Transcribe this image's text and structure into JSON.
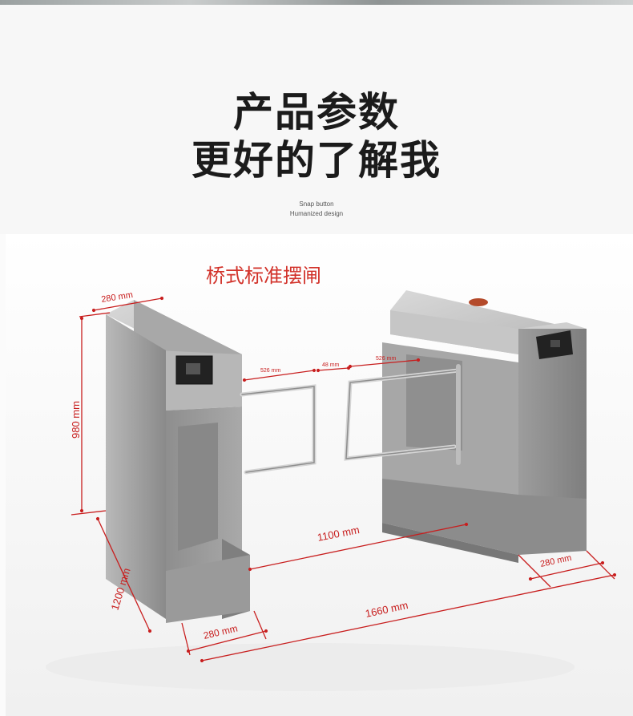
{
  "header": {
    "title_line1": "产品参数",
    "title_line2": "更好的了解我",
    "subtitle_line1": "Snap button",
    "subtitle_line2": "Humanized design"
  },
  "product_image": {
    "caption": "桥式标准摆闸",
    "dimensions": {
      "top_left_width": "280 mm",
      "height": "980 mm",
      "gate_left": "526 mm",
      "gap": "48 mm",
      "gate_right": "526 mm",
      "passage": "1100 mm",
      "depth": "1200 mm",
      "bottom_left_width": "280 mm",
      "total_width": "1660 mm",
      "right_width": "280 mm"
    },
    "colors": {
      "dimension_red": "#c81e1e",
      "caption_red": "#d2322a",
      "cabinet_gray": "#9a9a9a"
    }
  }
}
